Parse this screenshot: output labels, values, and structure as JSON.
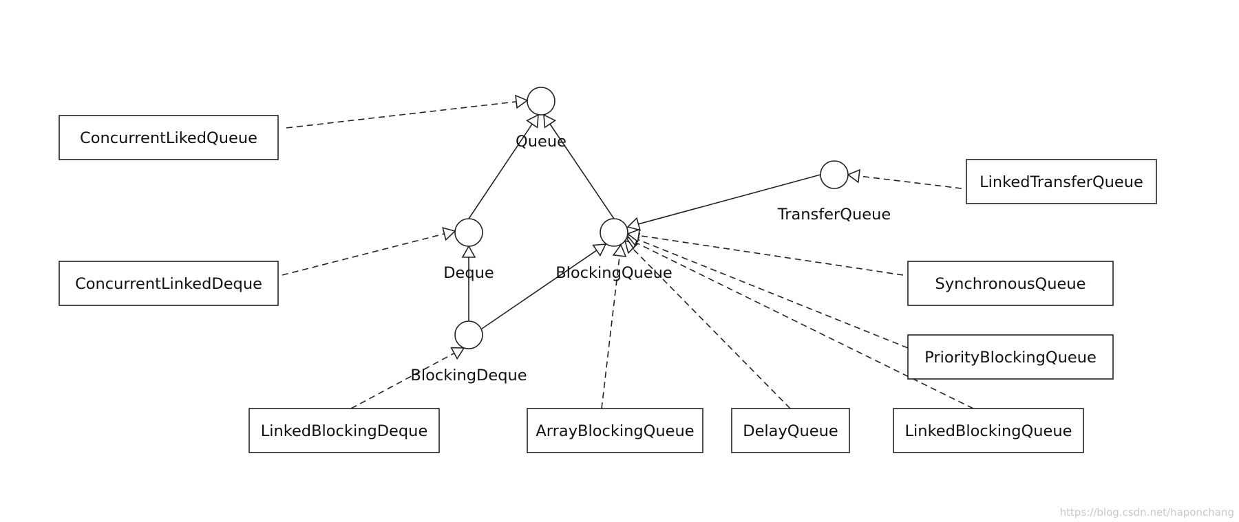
{
  "interfaces": [
    {
      "id": "queue",
      "label": "Queue"
    },
    {
      "id": "deque",
      "label": "Deque"
    },
    {
      "id": "blockingqueue",
      "label": "BlockingQueue"
    },
    {
      "id": "blockingdeque",
      "label": "BlockingDeque"
    },
    {
      "id": "transferqueue",
      "label": "TransferQueue"
    }
  ],
  "classes": [
    {
      "id": "concurrentlikedqueue",
      "label": "ConcurrentLikedQueue"
    },
    {
      "id": "concurrentlinkeddeque",
      "label": "ConcurrentLinkedDeque"
    },
    {
      "id": "linkedblockingdeque",
      "label": "LinkedBlockingDeque"
    },
    {
      "id": "arrayblockingqueue",
      "label": "ArrayBlockingQueue"
    },
    {
      "id": "delayqueue",
      "label": "DelayQueue"
    },
    {
      "id": "linkedblockingqueue",
      "label": "LinkedBlockingQueue"
    },
    {
      "id": "priorityblockingqueue",
      "label": "PriorityBlockingQueue"
    },
    {
      "id": "synchronousqueue",
      "label": "SynchronousQueue"
    },
    {
      "id": "linkedtransferqueue",
      "label": "LinkedTransferQueue"
    }
  ],
  "relations": [
    {
      "from": "deque",
      "to": "queue",
      "kind": "extends"
    },
    {
      "from": "blockingqueue",
      "to": "queue",
      "kind": "extends"
    },
    {
      "from": "blockingdeque",
      "to": "deque",
      "kind": "extends"
    },
    {
      "from": "blockingdeque",
      "to": "blockingqueue",
      "kind": "extends"
    },
    {
      "from": "transferqueue",
      "to": "blockingqueue",
      "kind": "extends"
    },
    {
      "from": "concurrentlikedqueue",
      "to": "queue",
      "kind": "implements"
    },
    {
      "from": "concurrentlinkeddeque",
      "to": "deque",
      "kind": "implements"
    },
    {
      "from": "linkedblockingdeque",
      "to": "blockingdeque",
      "kind": "implements"
    },
    {
      "from": "arrayblockingqueue",
      "to": "blockingqueue",
      "kind": "implements"
    },
    {
      "from": "delayqueue",
      "to": "blockingqueue",
      "kind": "implements"
    },
    {
      "from": "linkedblockingqueue",
      "to": "blockingqueue",
      "kind": "implements"
    },
    {
      "from": "priorityblockingqueue",
      "to": "blockingqueue",
      "kind": "implements"
    },
    {
      "from": "synchronousqueue",
      "to": "blockingqueue",
      "kind": "implements"
    },
    {
      "from": "linkedtransferqueue",
      "to": "transferqueue",
      "kind": "implements"
    }
  ],
  "watermark": "https://blog.csdn.net/haponchang"
}
